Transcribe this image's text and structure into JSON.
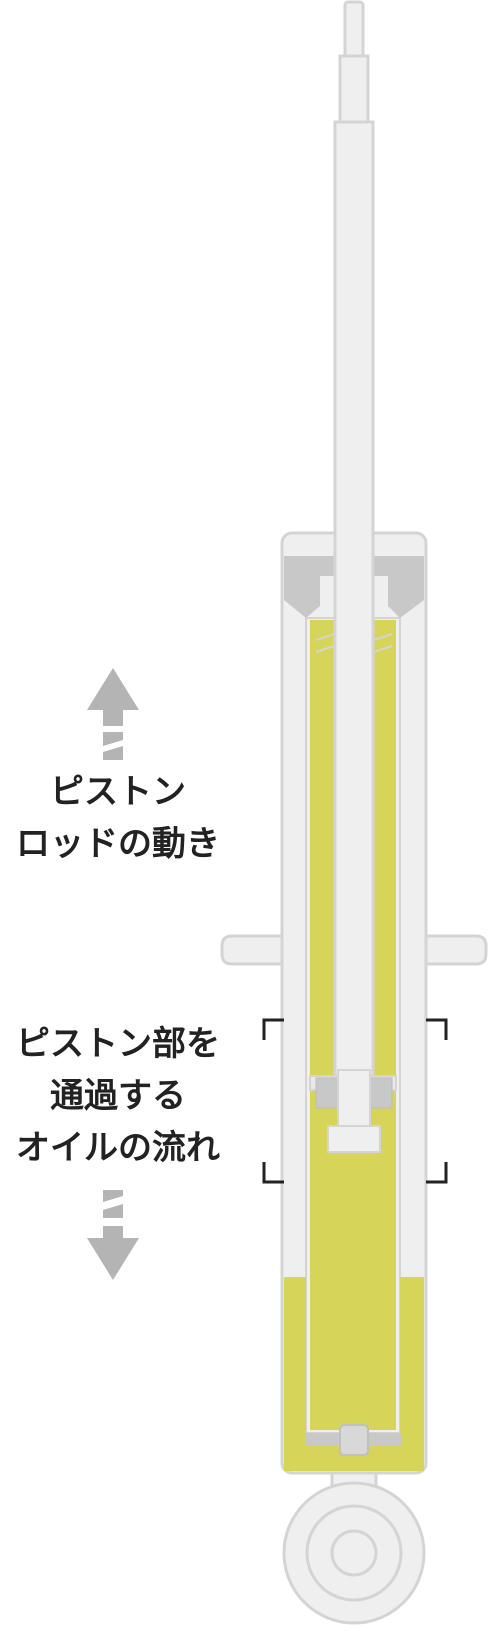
{
  "labels": {
    "piston_rod_motion": [
      "ピストン",
      "ロッドの動き"
    ],
    "oil_flow": [
      "ピストン部を",
      "通過する",
      "オイルの流れ"
    ]
  },
  "colors": {
    "background": "#ffffff",
    "body_fill": "#efefef",
    "body_stroke": "#d4d4d4",
    "oil": "#d7d45a",
    "oil_line": "#c8c44c",
    "parts": "#c8c8c8",
    "arrow": "#b4b4b4",
    "text": "#222222",
    "bracket": "#222222"
  },
  "icons": {
    "up_arrow": "arrow-up-icon",
    "down_arrow": "arrow-down-icon"
  }
}
